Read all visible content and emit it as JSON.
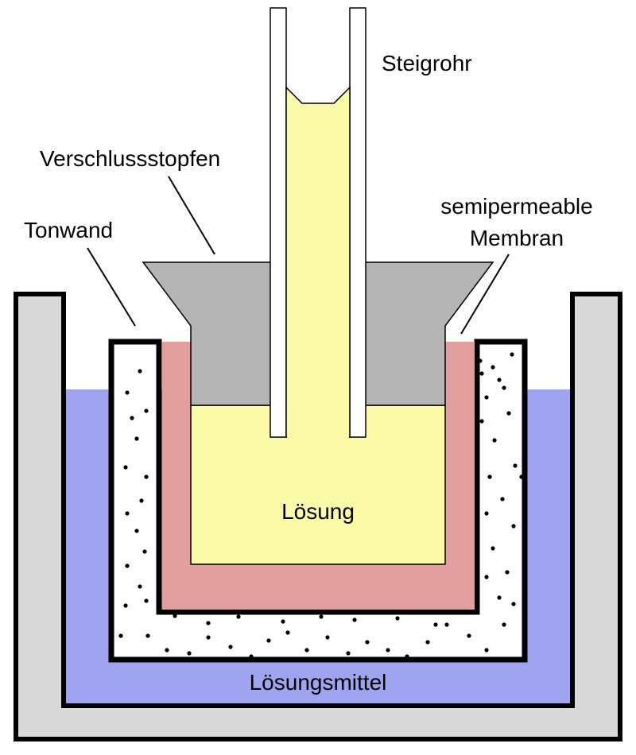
{
  "labels": {
    "steigrohr": "Steigrohr",
    "verschlussstopfen": "Verschlussstopfen",
    "tonwand": "Tonwand",
    "membran_line1": "semipermeable",
    "membran_line2": "Membran",
    "loesung": "Lösung",
    "loesungsmittel": "Lösungsmittel"
  },
  "colors": {
    "outer_vessel": "#d9d9d9",
    "solvent": "#a0a4f0",
    "clay_wall": "#ffffff",
    "membrane": "#e39f9f",
    "solution": "#fafaa8",
    "stopper": "#b4b4b4",
    "stroke": "#000000"
  }
}
